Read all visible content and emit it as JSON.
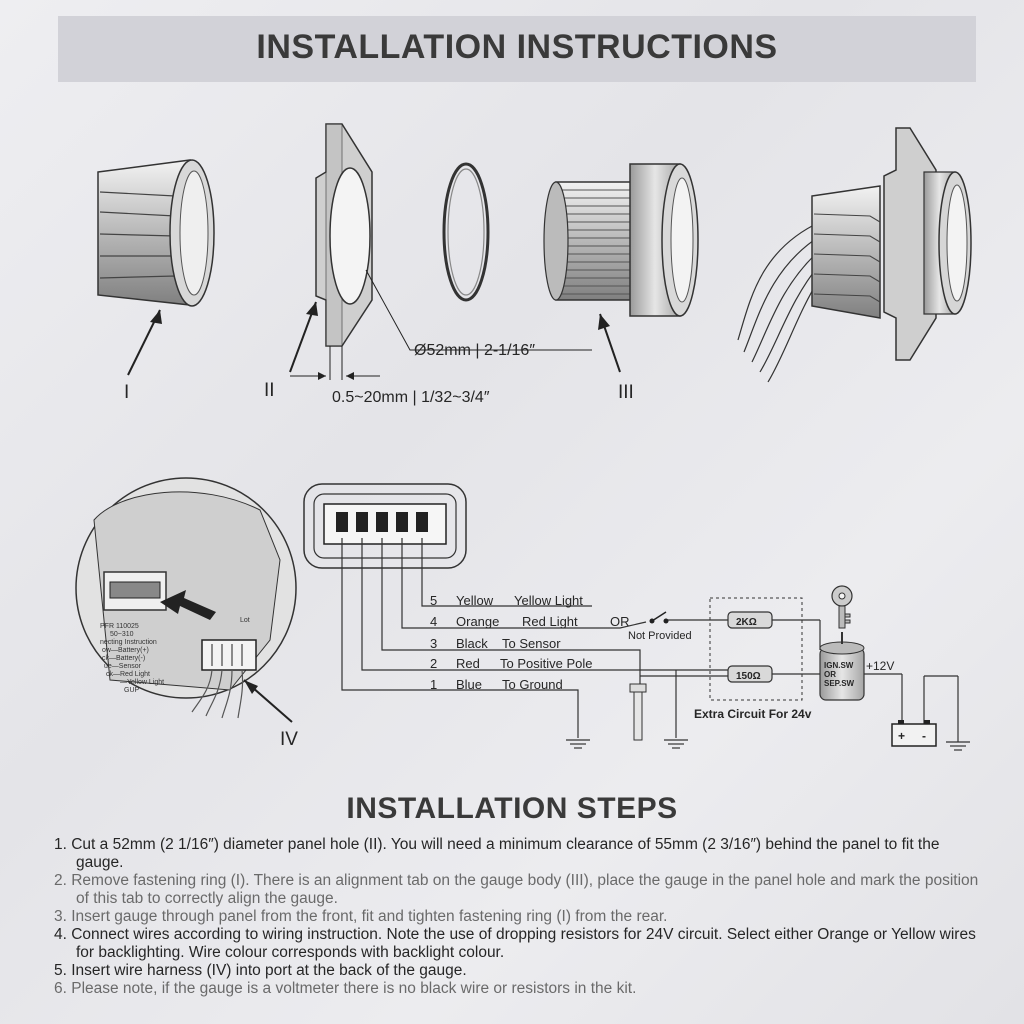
{
  "header": {
    "title": "INSTALLATION INSTRUCTIONS"
  },
  "exploded_view": {
    "part_labels": [
      "I",
      "II",
      "III"
    ],
    "hole_diameter": "Ø52mm | 2-1/16″",
    "panel_thickness": "0.5~20mm | 1/32~3/4″"
  },
  "wiring": {
    "pins": [
      {
        "num": "5",
        "color": "Yellow",
        "function": "Yellow Light"
      },
      {
        "num": "4",
        "color": "Orange",
        "function": "Red Light"
      },
      {
        "num": "3",
        "color": "Black",
        "function": "To Sensor"
      },
      {
        "num": "2",
        "color": "Red",
        "function": "To Positive Pole"
      },
      {
        "num": "1",
        "color": "Blue",
        "function": "To Ground"
      }
    ],
    "or_label": "OR",
    "not_provided": "Not Provided",
    "resistor_1": "2KΩ",
    "resistor_2": "150Ω",
    "extra_circuit": "Extra Circuit For 24v",
    "switch_label": [
      "IGN.SW",
      "OR",
      "SEP.SW"
    ],
    "voltage": "+12V",
    "harness_label": "IV",
    "battery_signs": [
      "+",
      "-"
    ],
    "zoom_text": [
      "PFR 110025",
      "50~310",
      "necting Instruction",
      "ow—Battery(+)",
      "ck—Battery(-)",
      "ue—Sensor",
      "ck—Red Light",
      "—Yellow Light",
      "GUP",
      "Lot"
    ]
  },
  "steps": {
    "title": "INSTALLATION STEPS",
    "items": [
      "1. Cut a 52mm (2 1/16″) diameter panel hole (II). You will need a minimum clearance of 55mm (2 3/16″) behind the panel to fit the gauge.",
      "2. Remove fastening ring (I). There is an alignment tab on the gauge body (III), place the gauge in the panel hole and mark the position of this tab to correctly align the gauge.",
      "3. Insert gauge through panel from the front, fit and tighten fastening ring (I) from the rear.",
      "4. Connect wires according to wiring instruction. Note the use of dropping resistors for 24V circuit. Select either Orange or Yellow wires for backlighting. Wire colour corresponds with backlight colour.",
      "5. Insert wire harness (IV) into port at the back of the gauge.",
      "6. Please note, if the gauge is a voltmeter there is no black wire or resistors in the kit."
    ]
  }
}
